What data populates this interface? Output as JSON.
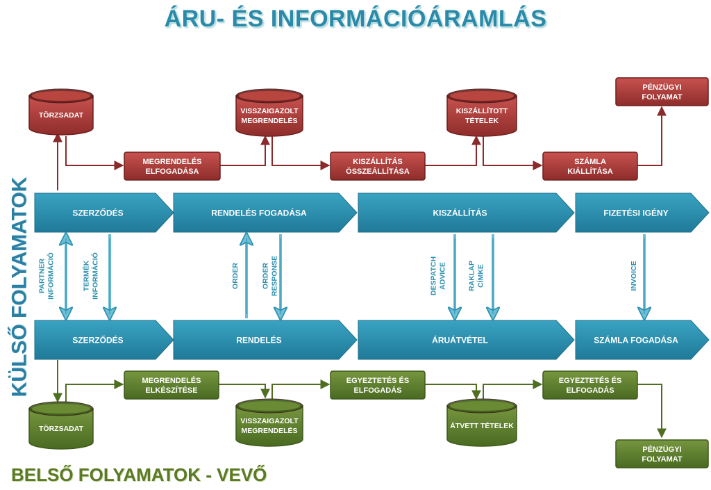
{
  "title": "ÁRU- ÉS INFORMÁCIÓÁRAMLÁS",
  "side_label": "KÜLSŐ FOLYAMATOK",
  "bottom_label": "BELSŐ FOLYAMATOK - VEVŐ",
  "colors": {
    "red": "#a83a38",
    "teal": "#2a8fad",
    "green": "#5c7c2e",
    "red_line": "#8a2a2a",
    "green_line": "#4f6e22",
    "teal_line": "#6dbfd6"
  },
  "top_row": {
    "cylinders": [
      {
        "label": [
          "TÖRZSADAT"
        ]
      },
      {
        "label": [
          "VISSZAIGAZOLT",
          "MEGRENDELÉS"
        ]
      },
      {
        "label": [
          "KISZÁLLÍTOTT",
          "TÉTELEK"
        ]
      }
    ],
    "boxes": [
      {
        "label": [
          "MEGRENDELÉS",
          "ELFOGADÁSA"
        ]
      },
      {
        "label": [
          "KISZÁLLÍTÁS",
          "ÖSSZEÁLLÍTÁSA"
        ]
      },
      {
        "label": [
          "SZÁMLA",
          "KIÁLLÍTÁSA"
        ]
      },
      {
        "label": [
          "PÉNZÜGYI",
          "FOLYAMAT"
        ]
      }
    ]
  },
  "external_row": [
    "SZERZŐDÉS",
    "RENDELÉS FOGADÁSA",
    "KISZÁLLÍTÁS",
    "FIZETÉSI IGÉNY"
  ],
  "internal_row": [
    "SZERZŐDÉS",
    "RENDELÉS",
    "ÁRUÁTVÉTEL",
    "SZÁMLA FOGADÁSA"
  ],
  "messages": [
    {
      "label": [
        "PARTNER",
        "INFORMÁCIÓ"
      ],
      "direction": "both"
    },
    {
      "label": [
        "TERMÉK",
        "INFORMÁCIÓ"
      ],
      "direction": "down"
    },
    {
      "label": [
        "ORDER"
      ],
      "direction": "up"
    },
    {
      "label": [
        "ORDER",
        "RESPONSE"
      ],
      "direction": "down"
    },
    {
      "label": [
        "DESPATCH",
        "ADVICE"
      ],
      "direction": "down"
    },
    {
      "label": [
        "RAKLAP",
        "CÍMKE"
      ],
      "direction": "down"
    },
    {
      "label": [
        "INVOICE"
      ],
      "direction": "down"
    }
  ],
  "bottom_row": {
    "cylinders": [
      {
        "label": [
          "TÖRZSADAT"
        ]
      },
      {
        "label": [
          "VISSZAIGAZOLT",
          "MEGRENDELÉS"
        ]
      },
      {
        "label": [
          "ÁTVETT TÉTELEK"
        ]
      }
    ],
    "boxes": [
      {
        "label": [
          "MEGRENDELÉS",
          "ELKÉSZÍTÉSE"
        ]
      },
      {
        "label": [
          "EGYEZTETÉS ÉS",
          "ELFOGADÁS"
        ]
      },
      {
        "label": [
          "EGYEZTETÉS ÉS",
          "ELFOGADÁS"
        ]
      },
      {
        "label": [
          "PÉNZÜGYI",
          "FOLYAMAT"
        ]
      }
    ]
  }
}
